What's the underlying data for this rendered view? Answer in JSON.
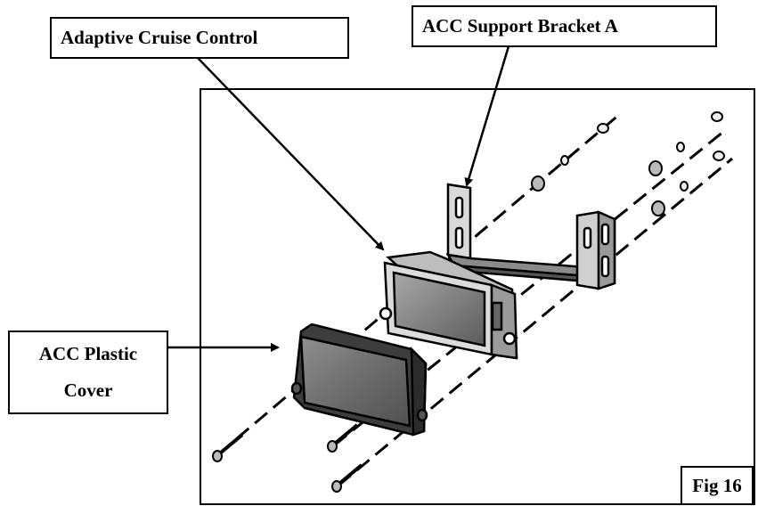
{
  "callouts": {
    "adaptive_cruise_control": "Adaptive Cruise Control",
    "support_bracket": "ACC Support Bracket A",
    "plastic_cover_line1": "ACC Plastic",
    "plastic_cover_line2": "Cover"
  },
  "figure_label": "Fig 16"
}
